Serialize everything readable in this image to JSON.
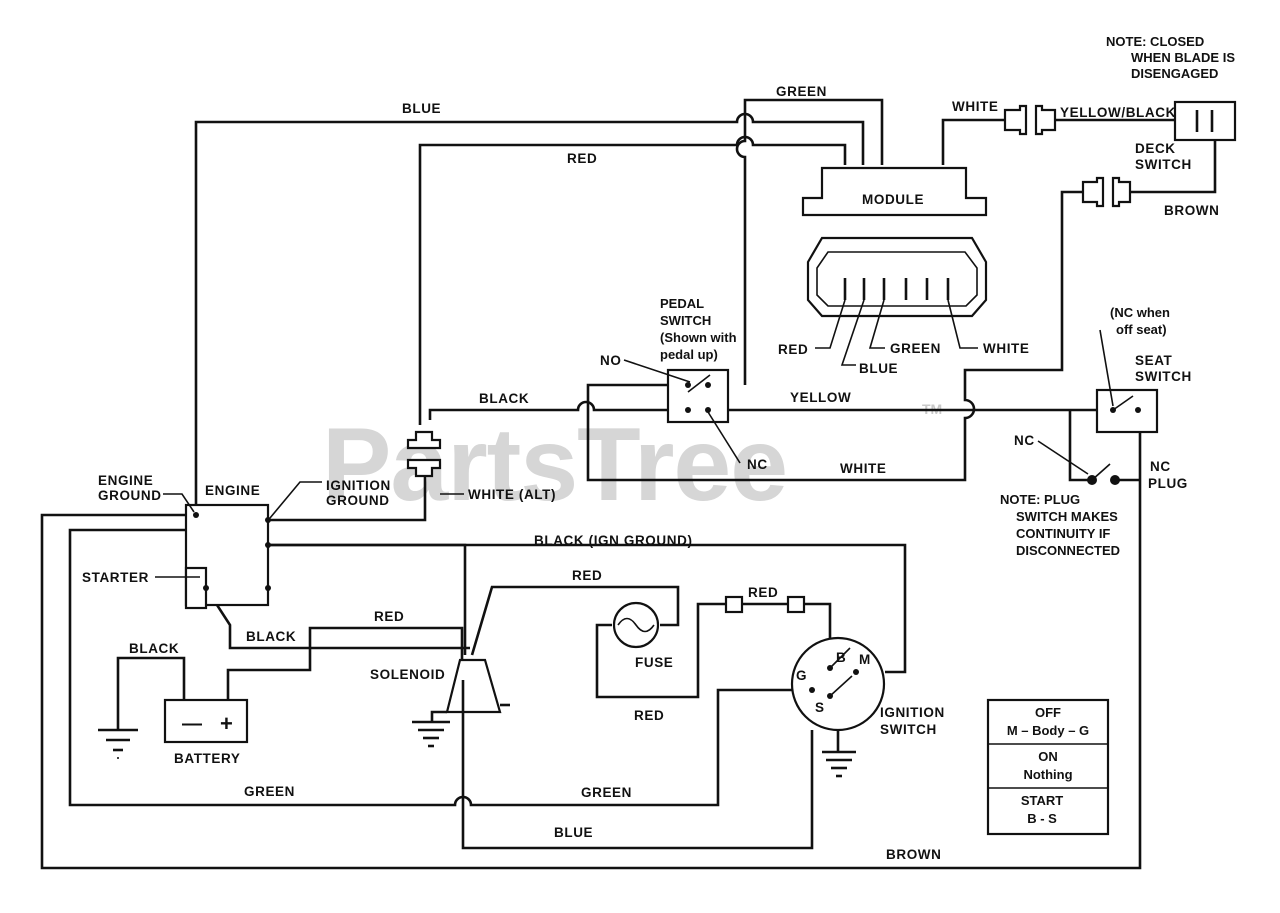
{
  "watermark": {
    "text": "PartsTree",
    "tm": "TM"
  },
  "notes": {
    "deck_note": [
      "NOTE:  CLOSED",
      "WHEN BLADE IS",
      "DISENGAGED"
    ],
    "plug_note": [
      "NOTE:  PLUG",
      "SWITCH MAKES",
      "CONTINUITY IF",
      "DISCONNECTED"
    ],
    "seat_nc": [
      "(NC when",
      "off seat)"
    ],
    "pedal_desc": [
      "PEDAL",
      "SWITCH",
      "(Shown with",
      "pedal up)"
    ]
  },
  "components": {
    "module": "MODULE",
    "deck_switch": [
      "DECK",
      "SWITCH"
    ],
    "seat_switch": [
      "SEAT",
      "SWITCH"
    ],
    "engine": "ENGINE",
    "engine_ground": [
      "ENGINE",
      "GROUND"
    ],
    "ignition_ground": [
      "IGNITION",
      "GROUND"
    ],
    "starter": "STARTER",
    "solenoid": "SOLENOID",
    "fuse": "FUSE",
    "battery": "BATTERY",
    "ignition_switch": [
      "IGNITION",
      "SWITCH"
    ],
    "nc_plug": [
      "NC",
      "PLUG"
    ],
    "no": "NO",
    "nc": "NC",
    "nc_seat": "NC",
    "battery_minus": "—",
    "battery_plus": "+",
    "term_g": "G",
    "term_b": "B",
    "term_m": "M",
    "term_s": "S"
  },
  "wires": {
    "blue_top": "BLUE",
    "green_top": "GREEN",
    "red_top": "RED",
    "white_module": "WHITE",
    "yellow_black": "YELLOW/BLACK",
    "brown_deck": "BROWN",
    "black_pedal": "BLACK",
    "yellow_seat": "YELLOW",
    "white_mid": "WHITE",
    "white_alt": "WHITE (ALT)",
    "black_ign_ground": "BLACK (IGN GROUND)",
    "red_solenoid_fuse": "RED",
    "red_fuse_switch": "RED",
    "red_solenoid": "RED",
    "black_starter": "BLACK",
    "black_battery": "BLACK",
    "red_fuse_bottom": "RED",
    "green_bottom_left": "GREEN",
    "green_bottom_right": "GREEN",
    "blue_bottom": "BLUE",
    "brown_bottom": "BROWN"
  },
  "connector_pins": {
    "red": "RED",
    "blue": "BLUE",
    "green": "GREEN",
    "white": "WHITE"
  },
  "switch_table": [
    {
      "state": "OFF",
      "conn": "M – Body – G"
    },
    {
      "state": "ON",
      "conn": "Nothing"
    },
    {
      "state": "START",
      "conn": "B - S"
    }
  ]
}
